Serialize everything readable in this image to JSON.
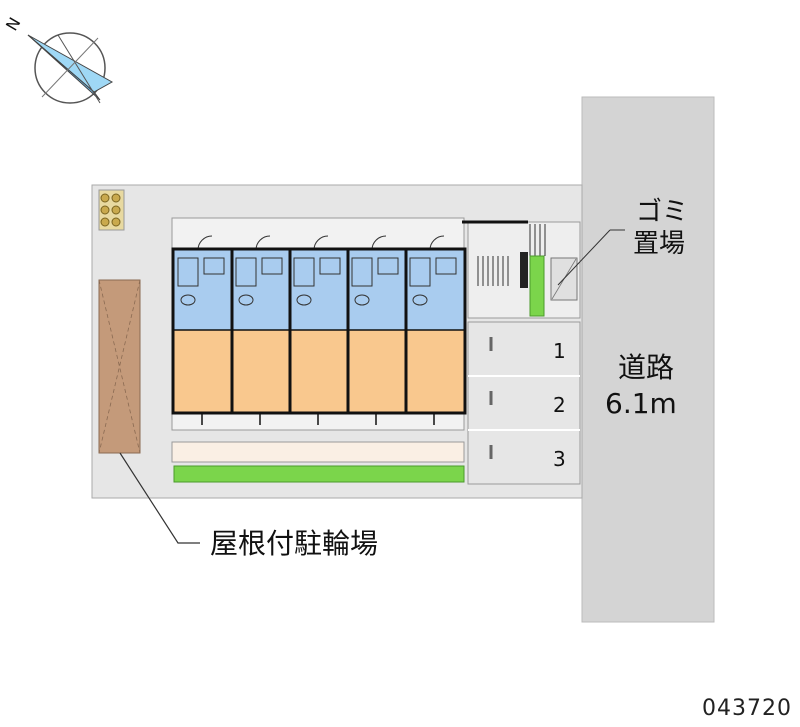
{
  "compass": {
    "north_label": "N",
    "icon": "north-arrow-icon"
  },
  "labels": {
    "garbage_line1": "ゴミ",
    "garbage_line2": "置場",
    "road_name": "道路",
    "road_width": "6.1m",
    "bicycle_parking": "屋根付駐輪場"
  },
  "parking_spaces": [
    "1",
    "2",
    "3"
  ],
  "property_code": "043720",
  "colors": {
    "road": "#d4d4d4",
    "site": "#e6e6e6",
    "living_room": "#f9c88e",
    "wet_area": "#a9ccef",
    "green": "#7bd54b",
    "bicycle_roof": "#c49a7a",
    "walls": "#111111"
  }
}
